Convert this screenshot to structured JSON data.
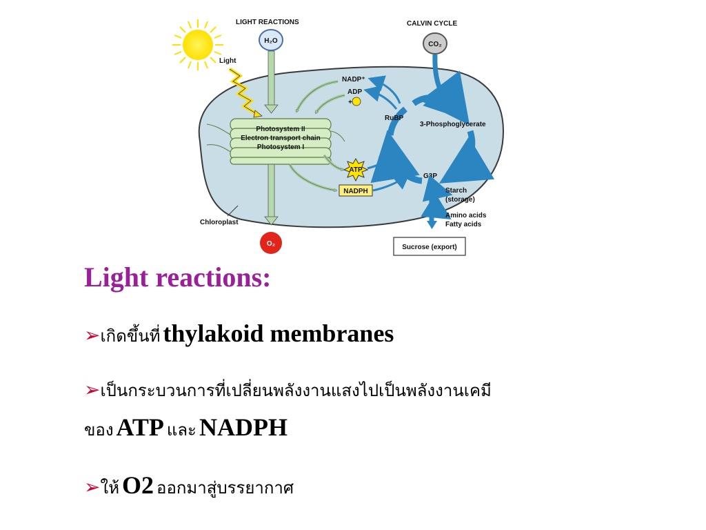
{
  "diagram": {
    "light_reactions_title": "LIGHT REACTIONS",
    "calvin_cycle_title": "CALVIN CYCLE",
    "h2o": "H₂O",
    "co2": "CO₂",
    "o2": "O₂",
    "light": "Light",
    "nadp_plus": "NADP⁺",
    "adp": "ADP",
    "plus_pi": "+ Pᵢ",
    "rubp": "RuBP",
    "phosphoglycerate": "3-Phosphoglycerate",
    "photosystem_ii": "Photosystem II",
    "electron_transport_chain": "Electron transport chain",
    "photosystem_i": "Photosystem I",
    "atp": "ATP",
    "nadph": "NADPH",
    "g3p": "G3P",
    "starch": "Starch",
    "storage": "(storage)",
    "amino_acids": "Amino acids",
    "fatty_acids": "Fatty acids",
    "chloroplast": "Chloroplast",
    "sucrose_export": "Sucrose (export)",
    "colors": {
      "stroma": "#c9dde6",
      "membrane_outline": "#3a3a3a",
      "thylakoid": "#d6ecc4",
      "cycle_arrow": "#2a85c0",
      "atp_star": "#ffe400",
      "nadph_box": "#fff07a",
      "o2_circle": "#e1251b",
      "sun": "#ffec00"
    }
  },
  "slide": {
    "heading": "Light reactions:",
    "bullet_symbol": "➢",
    "line1_thai": "เกิดขึ้นที่",
    "line1_en": "thylakoid membranes",
    "line2_thai": "เป็นกระบวนการที่เปลี่ยนพลังงานแสงไปเป็นพลังงานเคมี",
    "line2b_thai_a": "ของ",
    "line2b_en_a": "ATP",
    "line2b_thai_b": "และ",
    "line2b_en_b": "NADPH",
    "line3_thai_a": "ให้",
    "line3_en": "O2",
    "line3_thai_b": "ออกมาสู่บรรยากาศ",
    "colors": {
      "heading": "#9b1f99",
      "bullet": "#cc0033"
    }
  }
}
